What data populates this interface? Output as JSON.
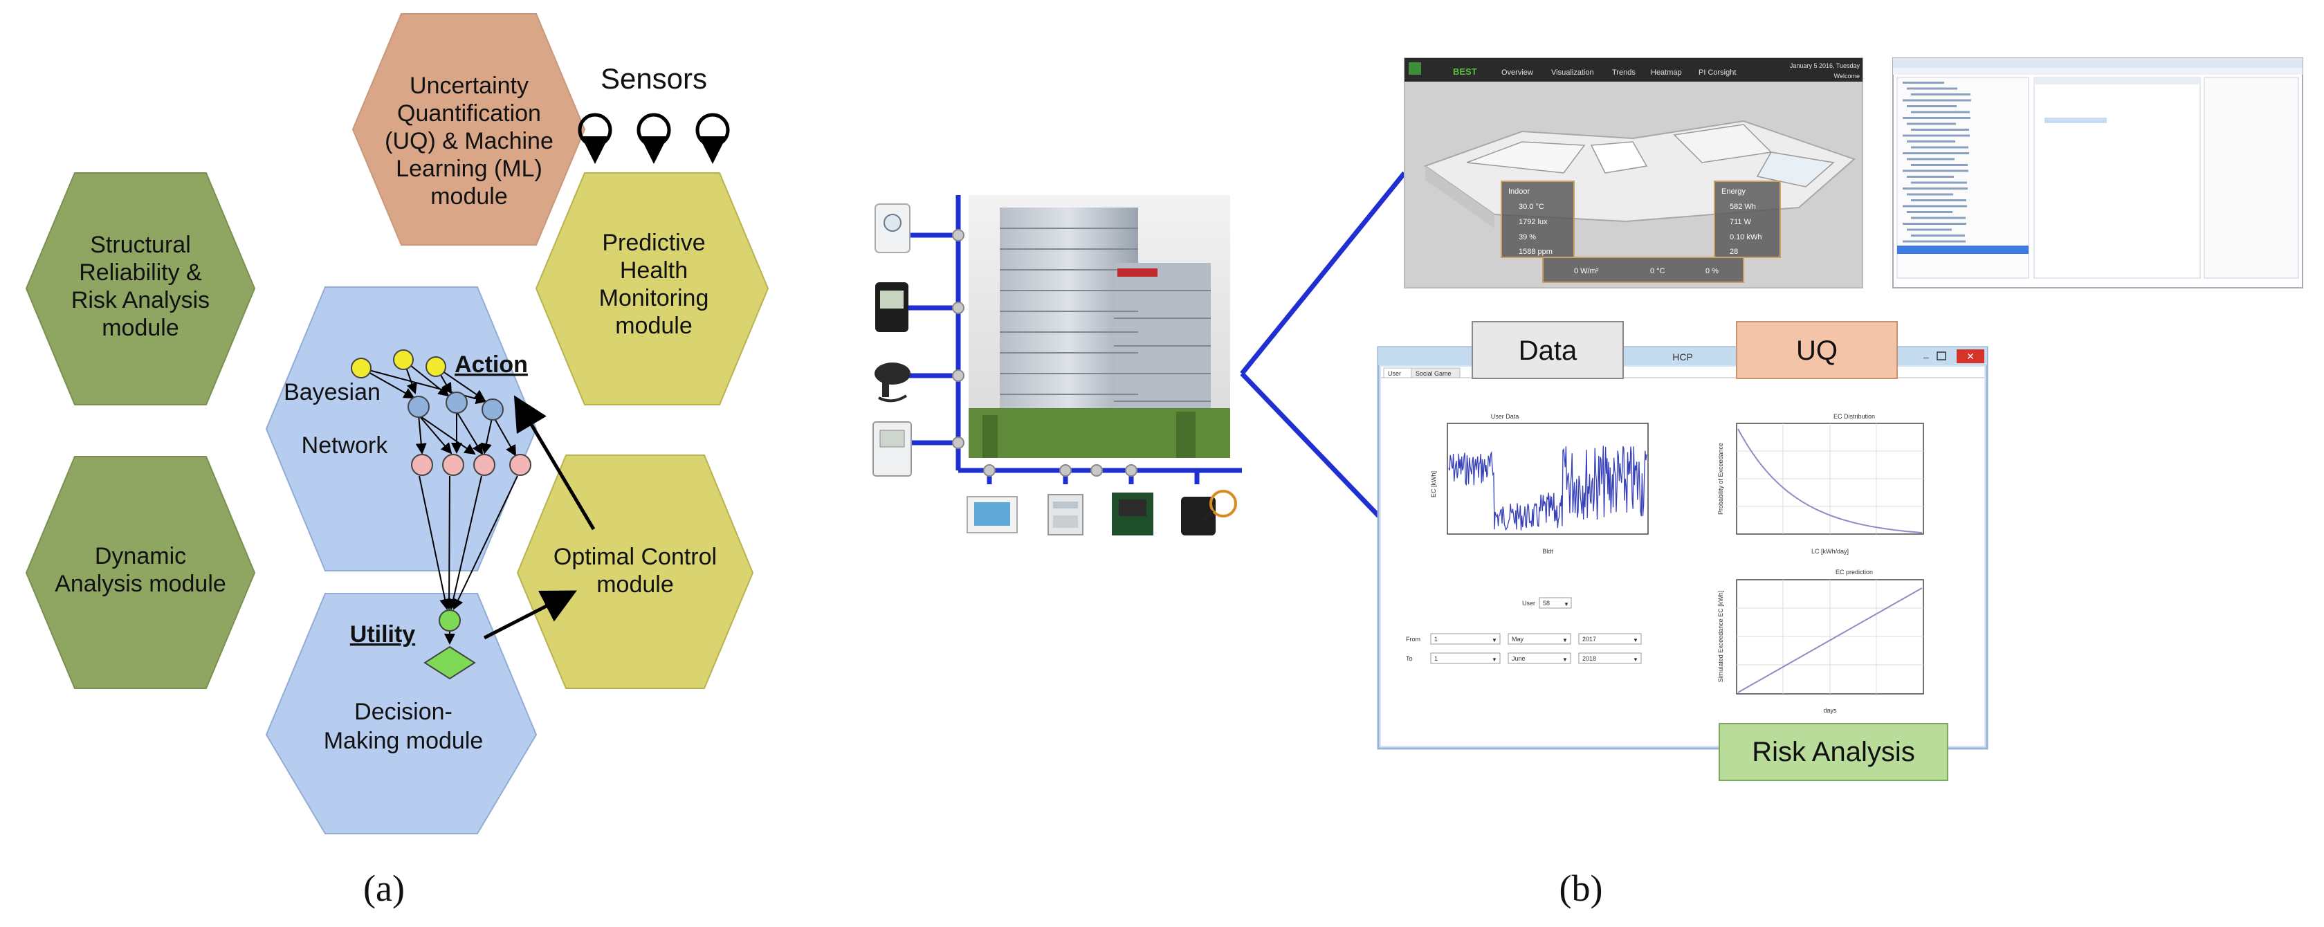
{
  "panel_a": {
    "sublabel": "(a)",
    "hex_uq": [
      "Uncertainty",
      "Quantification",
      "(UQ) & Machine",
      "Learning (ML)",
      "module"
    ],
    "sensors_label": "Sensors",
    "hex_structural": [
      "Structural",
      "Reliability &",
      "Risk Analysis",
      "module"
    ],
    "hex_predictive": [
      "Predictive",
      "Health",
      "Monitoring",
      "module"
    ],
    "hex_bayesian": [
      "Bayesian",
      "Network"
    ],
    "action_label": "Action",
    "hex_dynamic": [
      "Dynamic",
      "Analysis module"
    ],
    "hex_optimal": [
      "Optimal Control",
      "module"
    ],
    "utility_label": "Utility",
    "hex_decision": [
      "Decision-",
      "Making module"
    ],
    "colors": {
      "uq": "#d9a788",
      "structural": "#8fa663",
      "predictive": "#d9d46f",
      "bayesian": "#b7cdf0",
      "chance_node": "#f2ea2e",
      "hidden_node": "#8fb1dc",
      "output_node": "#f2b6b6",
      "utility_node": "#7ed957"
    }
  },
  "panel_b": {
    "sublabel": "(b)",
    "dashboard": {
      "brand": "BEST",
      "nav": [
        "Overview",
        "Visualization",
        "Trends",
        "Heatmap",
        "PI Corsight"
      ],
      "date": "January 5 2016, Tuesday",
      "welcome": "Welcome",
      "indoor_title": "Indoor",
      "indoor_values": [
        "30.0 °C",
        "1792 lux",
        "39 %",
        "1588 ppm"
      ],
      "energy_title": "Energy",
      "energy_values": [
        "582 Wh",
        "711 W",
        "0.10 kWh",
        "28"
      ],
      "bottom_values": [
        "0 W/m²",
        "0 °C",
        "0 %"
      ]
    },
    "app": {
      "title": "HCP",
      "tabs": [
        "User",
        "Social Game"
      ],
      "chart1_title": "User  Data",
      "chart1_xlabel": "Bldt",
      "chart1_ylabel": "EC [kWh]",
      "chart2_title": "EC Distribution",
      "chart2_xlabel": "LC [kWh/day]",
      "chart2_ylabel": "Probability of Exceedance",
      "chart3_title": "EC prediction",
      "chart3_xlabel": "days",
      "chart3_ylabel": "Simulated Exceedance EC [kWh]",
      "user_label": "User",
      "user_value": "58",
      "from_label": "From",
      "from_values": [
        "1",
        "May",
        "2017"
      ],
      "to_label": "To",
      "to_values": [
        "1",
        "June",
        "2018"
      ]
    },
    "labels": {
      "data": "Data",
      "uq": "UQ",
      "risk": "Risk Analysis"
    },
    "colors": {
      "bus_line": "#1f2fd1",
      "data_box": "#e8e8e8",
      "uq_box": "#f4c4a8",
      "risk_box": "#b9dc9a"
    }
  }
}
